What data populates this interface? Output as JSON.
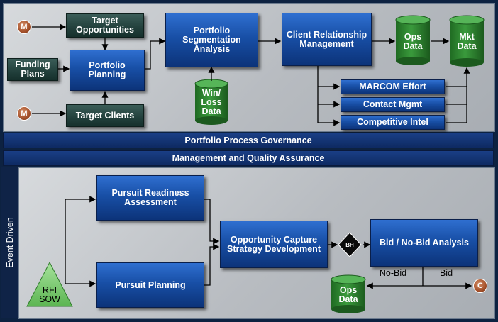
{
  "top": {
    "target_opportunities": "Target Opportunities",
    "funding_plans": "Funding Plans",
    "portfolio_planning": "Portfolio Planning",
    "target_clients": "Target Clients",
    "segmentation": "Portfolio Segmentation Analysis",
    "win_loss": "Win/ Loss Data",
    "crm": "Client Relationship Management",
    "ops_data": "Ops Data",
    "mkt_data": "Mkt Data",
    "marcom": "MARCOM Effort",
    "contact": "Contact Mgmt",
    "competitive": "Competitive Intel",
    "m1": "M",
    "m2": "M"
  },
  "bars": {
    "governance": "Portfolio Process Governance",
    "qa": "Management and Quality Assurance"
  },
  "bottom": {
    "side_label": "Event Driven",
    "readiness": "Pursuit Readiness Assessment",
    "planning": "Pursuit Planning",
    "capture": "Opportunity Capture Strategy Development",
    "bh": "BH",
    "bid_analysis": "Bid / No-Bid Analysis",
    "no_bid": "No-Bid",
    "bid": "Bid",
    "ops_data": "Ops Data",
    "rfi": "RFI SOW",
    "c": "C"
  },
  "colors": {
    "blue_box": "#184fa6",
    "dark_box": "#22403c",
    "cylinder": "#2e8a30",
    "triangle": "#7fcf75",
    "circle": "#a4502a"
  }
}
